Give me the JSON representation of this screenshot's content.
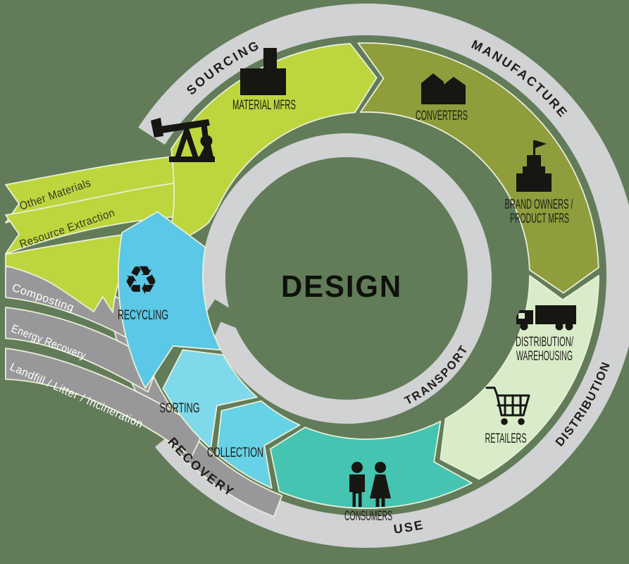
{
  "background": "#627c5a",
  "center": {
    "label": "DESIGN"
  },
  "rings": {
    "outer_labels": [
      {
        "text": "SOURCING"
      },
      {
        "text": "MANUFACTURE"
      },
      {
        "text": "DISTRIBUTION"
      },
      {
        "text": "USE"
      },
      {
        "text": "RECOVERY"
      }
    ],
    "inner_label": "TRANSPORT"
  },
  "segments": {
    "sourcing": {
      "label": "MATERIAL MFRS",
      "color": "#bdd63d"
    },
    "manufacture": {
      "label_converters": "CONVERTERS",
      "label_brand_1": "BRAND OWNERS /",
      "label_brand_2": "PRODUCT MFRS",
      "color": "#8f9d3d"
    },
    "distribution": {
      "label_1": "DISTRIBUTION/",
      "label_2": "WAREHOUSING",
      "label_retailers": "RETAILERS",
      "color": "#d9ecca"
    },
    "use": {
      "label": "CONSUMERS",
      "color": "#45c4b1"
    },
    "collection": {
      "label": "COLLECTION",
      "color": "#67d1e5"
    },
    "sorting": {
      "label": "SORTING",
      "color": "#7fd9eb"
    },
    "recycling": {
      "label": "RECYCLING",
      "color": "#5ac8e6",
      "glyph": "♻"
    }
  },
  "inflows": [
    {
      "label": "Other Materials"
    },
    {
      "label": "Resource Extraction"
    }
  ],
  "outflows": [
    {
      "label": "Composting"
    },
    {
      "label": "Energy Recovery"
    },
    {
      "label": "Landfill / Litter / Incineration"
    }
  ],
  "colors": {
    "ring": "#d1d2d4",
    "band": "#98989a",
    "ink": "#1d1c18",
    "ribbon_text_dark": "#35352c",
    "ribbon_text_light": "#ffffff",
    "outline": "#e9efd7"
  }
}
